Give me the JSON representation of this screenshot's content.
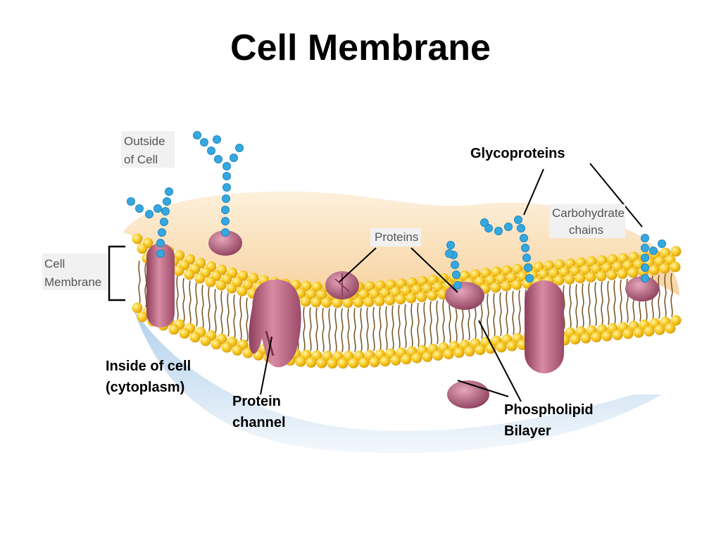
{
  "title": "Cell Membrane",
  "labels": {
    "outside": [
      "Outside",
      "of Cell"
    ],
    "membrane": [
      "Cell",
      "Membrane"
    ],
    "inside": [
      "Inside of cell",
      "(cytoplasm)"
    ],
    "glycoproteins": "Glycoproteins",
    "carbohydrate": [
      "Carbohydrate",
      "chains"
    ],
    "proteins": "Proteins",
    "protein_channel": [
      "Protein",
      "channel"
    ],
    "bilayer": [
      "Phospholipid",
      "Bilayer"
    ]
  },
  "colors": {
    "head": "#f7c81e",
    "head_edge": "#d89a10",
    "tail": "#7a5a2a",
    "protein": "#b8607a",
    "protein_light": "#d98aa3",
    "carbohydrate": "#35a8e0",
    "top_surface": "#fbe1b8",
    "cytoplasm": "#bcd7ee"
  }
}
